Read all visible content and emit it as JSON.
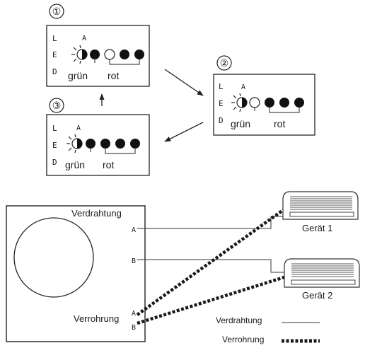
{
  "panels": [
    {
      "number": "①",
      "leds": [
        "L",
        "E",
        "D"
      ],
      "a_label": "A",
      "green_label": "grün",
      "red_label": "rot",
      "state": [
        "blink-half",
        "on",
        "off",
        "on",
        "on"
      ]
    },
    {
      "number": "②",
      "leds": [
        "L",
        "E",
        "D"
      ],
      "a_label": "A",
      "green_label": "grün",
      "red_label": "rot",
      "state": [
        "blink-half",
        "off",
        "on",
        "on",
        "on"
      ]
    },
    {
      "number": "③",
      "leds": [
        "L",
        "E",
        "D"
      ],
      "a_label": "A",
      "green_label": "grün",
      "red_label": "rot",
      "state": [
        "blink-half",
        "on",
        "on",
        "on",
        "on"
      ]
    }
  ],
  "outdoor_unit": {
    "wiring_label": "Verdrahtung",
    "piping_label": "Verrohrung",
    "terminal_a": "A",
    "terminal_b": "B",
    "pipe_a": "A",
    "pipe_b": "B"
  },
  "devices": [
    {
      "label": "Gerät 1"
    },
    {
      "label": "Gerät 2"
    }
  ],
  "legend": {
    "wiring": "Verdrahtung",
    "piping": "Verrohrung"
  }
}
